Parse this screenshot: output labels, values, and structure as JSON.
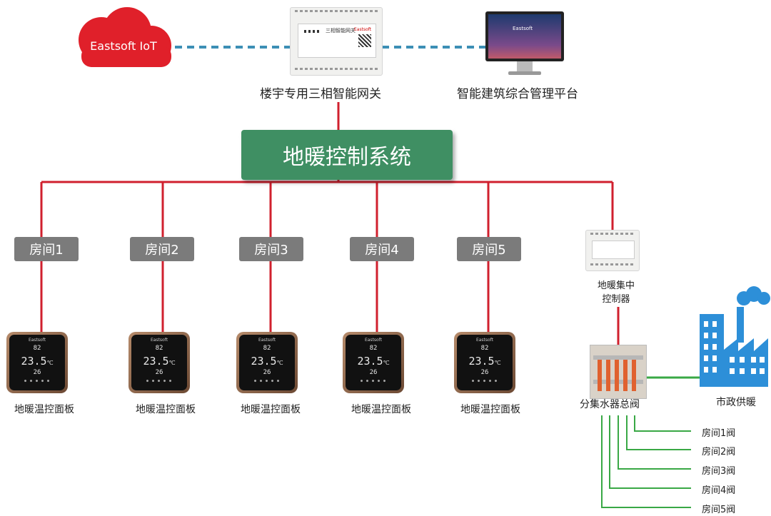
{
  "cloud": {
    "label": "Eastsoft IoT"
  },
  "gateway": {
    "label": "楼宇专用三相智能网关",
    "device_title": "三相智能网关",
    "brand": "Eastsoft"
  },
  "platform": {
    "label": "智能建筑综合管理平台",
    "screen_text": "Eastsoft"
  },
  "system": {
    "title": "地暖控制系统"
  },
  "rooms": [
    {
      "label": "房间1"
    },
    {
      "label": "房间2"
    },
    {
      "label": "房间3"
    },
    {
      "label": "房间4"
    },
    {
      "label": "房间5"
    }
  ],
  "panel": {
    "brand": "Eastsoft",
    "top": "82",
    "temp": "23.5",
    "unit": "℃",
    "bottom": "26"
  },
  "panel_label": "地暖温控面板",
  "controller": {
    "line1": "地暖集中",
    "line2": "控制器"
  },
  "manifold": {
    "label": "分集水器总阀"
  },
  "municipal": {
    "label": "市政供暖"
  },
  "valves": [
    {
      "label": "房间1阀"
    },
    {
      "label": "房间2阀"
    },
    {
      "label": "房间3阀"
    },
    {
      "label": "房间4阀"
    },
    {
      "label": "房间5阀"
    }
  ],
  "colors": {
    "red_line": "#d0202e",
    "green_line": "#39a845",
    "dash_line": "#3c8fb5",
    "system_box": "#3f8f63",
    "room_box": "#7b7b7b",
    "cloud": "#e0202a"
  }
}
